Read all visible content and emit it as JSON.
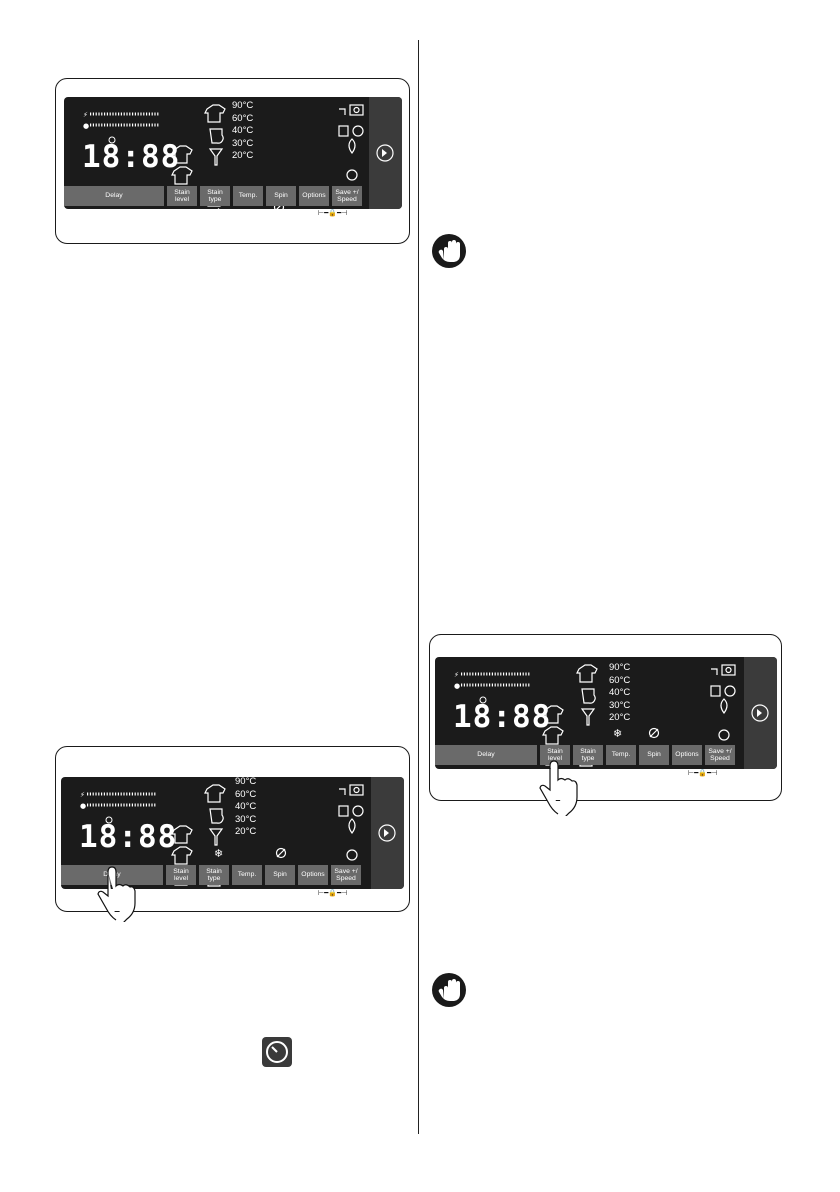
{
  "panel": {
    "display_time": "18:88",
    "temperatures": [
      "90°C",
      "60°C",
      "40°C",
      "30°C",
      "20°C"
    ],
    "buttons": [
      {
        "key": "delay",
        "line1": "Delay",
        "line2": ""
      },
      {
        "key": "stain-level",
        "line1": "Stain",
        "line2": "level"
      },
      {
        "key": "stain-type",
        "line1": "Stain",
        "line2": "type"
      },
      {
        "key": "temp",
        "line1": "Temp.",
        "line2": ""
      },
      {
        "key": "spin",
        "line1": "Spin",
        "line2": ""
      },
      {
        "key": "options",
        "line1": "Options",
        "line2": ""
      },
      {
        "key": "save-speed",
        "line1": "Save +/",
        "line2": "Speed"
      }
    ]
  },
  "icons": {
    "start_pause": "play-pause-icon",
    "warning": "hand-stop-icon",
    "delay_clock": "clock-icon",
    "lock": "lock-icon",
    "finger": "pointing-finger-icon"
  },
  "colors": {
    "panel_bg": "#1b1b1b",
    "button_bg": "#6a6a6a",
    "start_col": "#3b3b3b",
    "segment": "#ffffff"
  }
}
